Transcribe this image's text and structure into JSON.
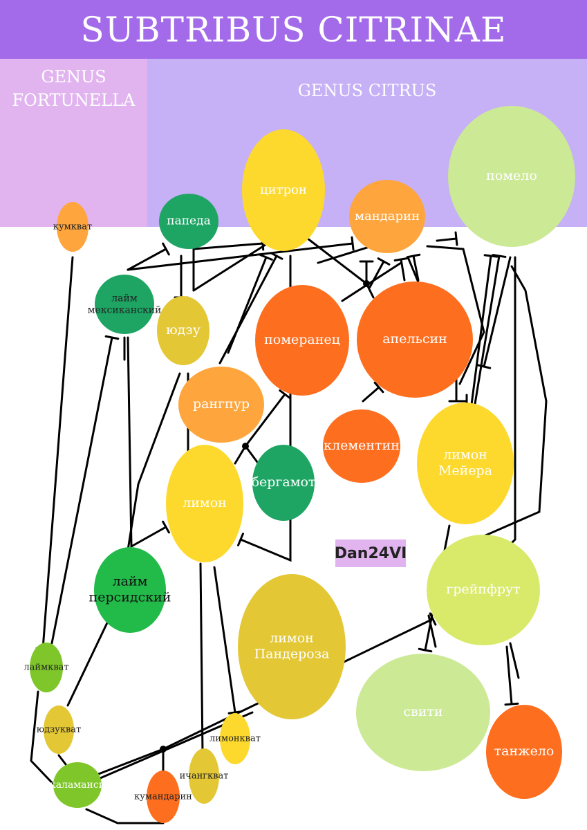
{
  "title": "SUBTRIBUS CITRINAE",
  "genus_fortunella": [
    "GENUS",
    "FORTUNELLA"
  ],
  "genus_citrus": "GENUS CITRUS",
  "watermark": "Dan24VI",
  "colors": {
    "title_bar": "#a36bea",
    "fortunella_band": "#e1b4ef",
    "citrus_band": "#c6b0f6",
    "green_dark": "#1ea564",
    "green_bright": "#22bb4a",
    "green_lime": "#7ec62a",
    "yellow": "#fed92d",
    "yellow_olive": "#e3c735",
    "orange": "#fe6e1f",
    "orange_light": "#fea63d",
    "green_pale": "#cce996",
    "green_yellow": "#d9ea6a"
  },
  "nodes": [
    {
      "id": "kumquat",
      "label": [
        "кумкват"
      ],
      "color": "#fea63d"
    },
    {
      "id": "papeda",
      "label": [
        "папеда"
      ],
      "color": "#1ea564"
    },
    {
      "id": "citron",
      "label": [
        "цитрон"
      ],
      "color": "#fed92d"
    },
    {
      "id": "mandarin",
      "label": [
        "мандарин"
      ],
      "color": "#fea63d"
    },
    {
      "id": "pomelo",
      "label": [
        "помело"
      ],
      "color": "#cce996"
    },
    {
      "id": "mexican-lime",
      "label": [
        "лайм",
        "мексиканский"
      ],
      "color": "#1ea564"
    },
    {
      "id": "yuzu",
      "label": [
        "юдзу"
      ],
      "color": "#e3c735"
    },
    {
      "id": "bitter-orange",
      "label": [
        "померанец"
      ],
      "color": "#fe6e1f"
    },
    {
      "id": "orange",
      "label": [
        "апельсин"
      ],
      "color": "#fe6e1f"
    },
    {
      "id": "rangpur",
      "label": [
        "рангпур"
      ],
      "color": "#fea63d"
    },
    {
      "id": "clementine",
      "label": [
        "клементин"
      ],
      "color": "#fe6e1f"
    },
    {
      "id": "meyer-lemon",
      "label": [
        "лимон",
        "Мейера"
      ],
      "color": "#fed92d"
    },
    {
      "id": "bergamot",
      "label": [
        "бергамот"
      ],
      "color": "#1ea564"
    },
    {
      "id": "lemon",
      "label": [
        "лимон"
      ],
      "color": "#fed92d"
    },
    {
      "id": "persian-lime",
      "label": [
        "лайм",
        "персидский"
      ],
      "color": "#22bb4a"
    },
    {
      "id": "grapefruit",
      "label": [
        "грейпфрут"
      ],
      "color": "#d9ea6a"
    },
    {
      "id": "ponderosa",
      "label": [
        "лимон",
        "Пандероза"
      ],
      "color": "#e3c735"
    },
    {
      "id": "limequat",
      "label": [
        "лаймкват"
      ],
      "color": "#7ec62a"
    },
    {
      "id": "sweetie",
      "label": [
        "свити"
      ],
      "color": "#cce996"
    },
    {
      "id": "yuzuquat",
      "label": [
        "юдзукват"
      ],
      "color": "#e3c735"
    },
    {
      "id": "lemonquat",
      "label": [
        "лимонкват"
      ],
      "color": "#fed92d"
    },
    {
      "id": "tangelo",
      "label": [
        "танжело"
      ],
      "color": "#fe6e1f"
    },
    {
      "id": "yangquat",
      "label": [
        "ичангкват"
      ],
      "color": "#e3c735"
    },
    {
      "id": "calamansi",
      "label": [
        "каламанси"
      ],
      "color": "#7ec62a"
    },
    {
      "id": "kumandarin",
      "label": [
        "кумандарин"
      ],
      "color": "#fe6e1f"
    }
  ]
}
